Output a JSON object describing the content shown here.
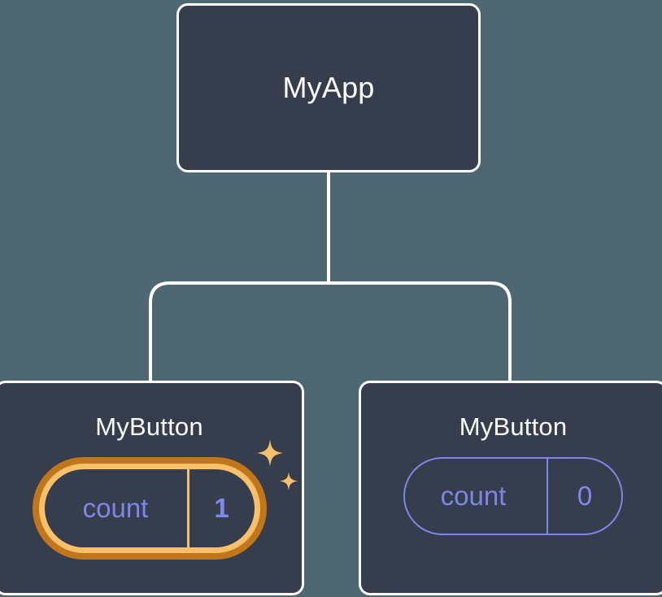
{
  "diagram": {
    "type": "component-tree",
    "background_color": "#4d6873",
    "node_fill": "#363d4c",
    "node_border_color": "#ffffff",
    "connector_color": "#ffffff",
    "accent_highlight_outer": "#c2761b",
    "accent_highlight_inner": "#f8c06a",
    "state_text_color": "#7e86e8",
    "state_value_color": "#8189f0",
    "root": {
      "title": "MyApp"
    },
    "children": [
      {
        "title": "MyButton",
        "state": {
          "name": "count",
          "value": "1"
        },
        "highlighted": true,
        "sparkle_icons": [
          "sparkle-large",
          "sparkle-small"
        ]
      },
      {
        "title": "MyButton",
        "state": {
          "name": "count",
          "value": "0"
        },
        "highlighted": false
      }
    ]
  }
}
